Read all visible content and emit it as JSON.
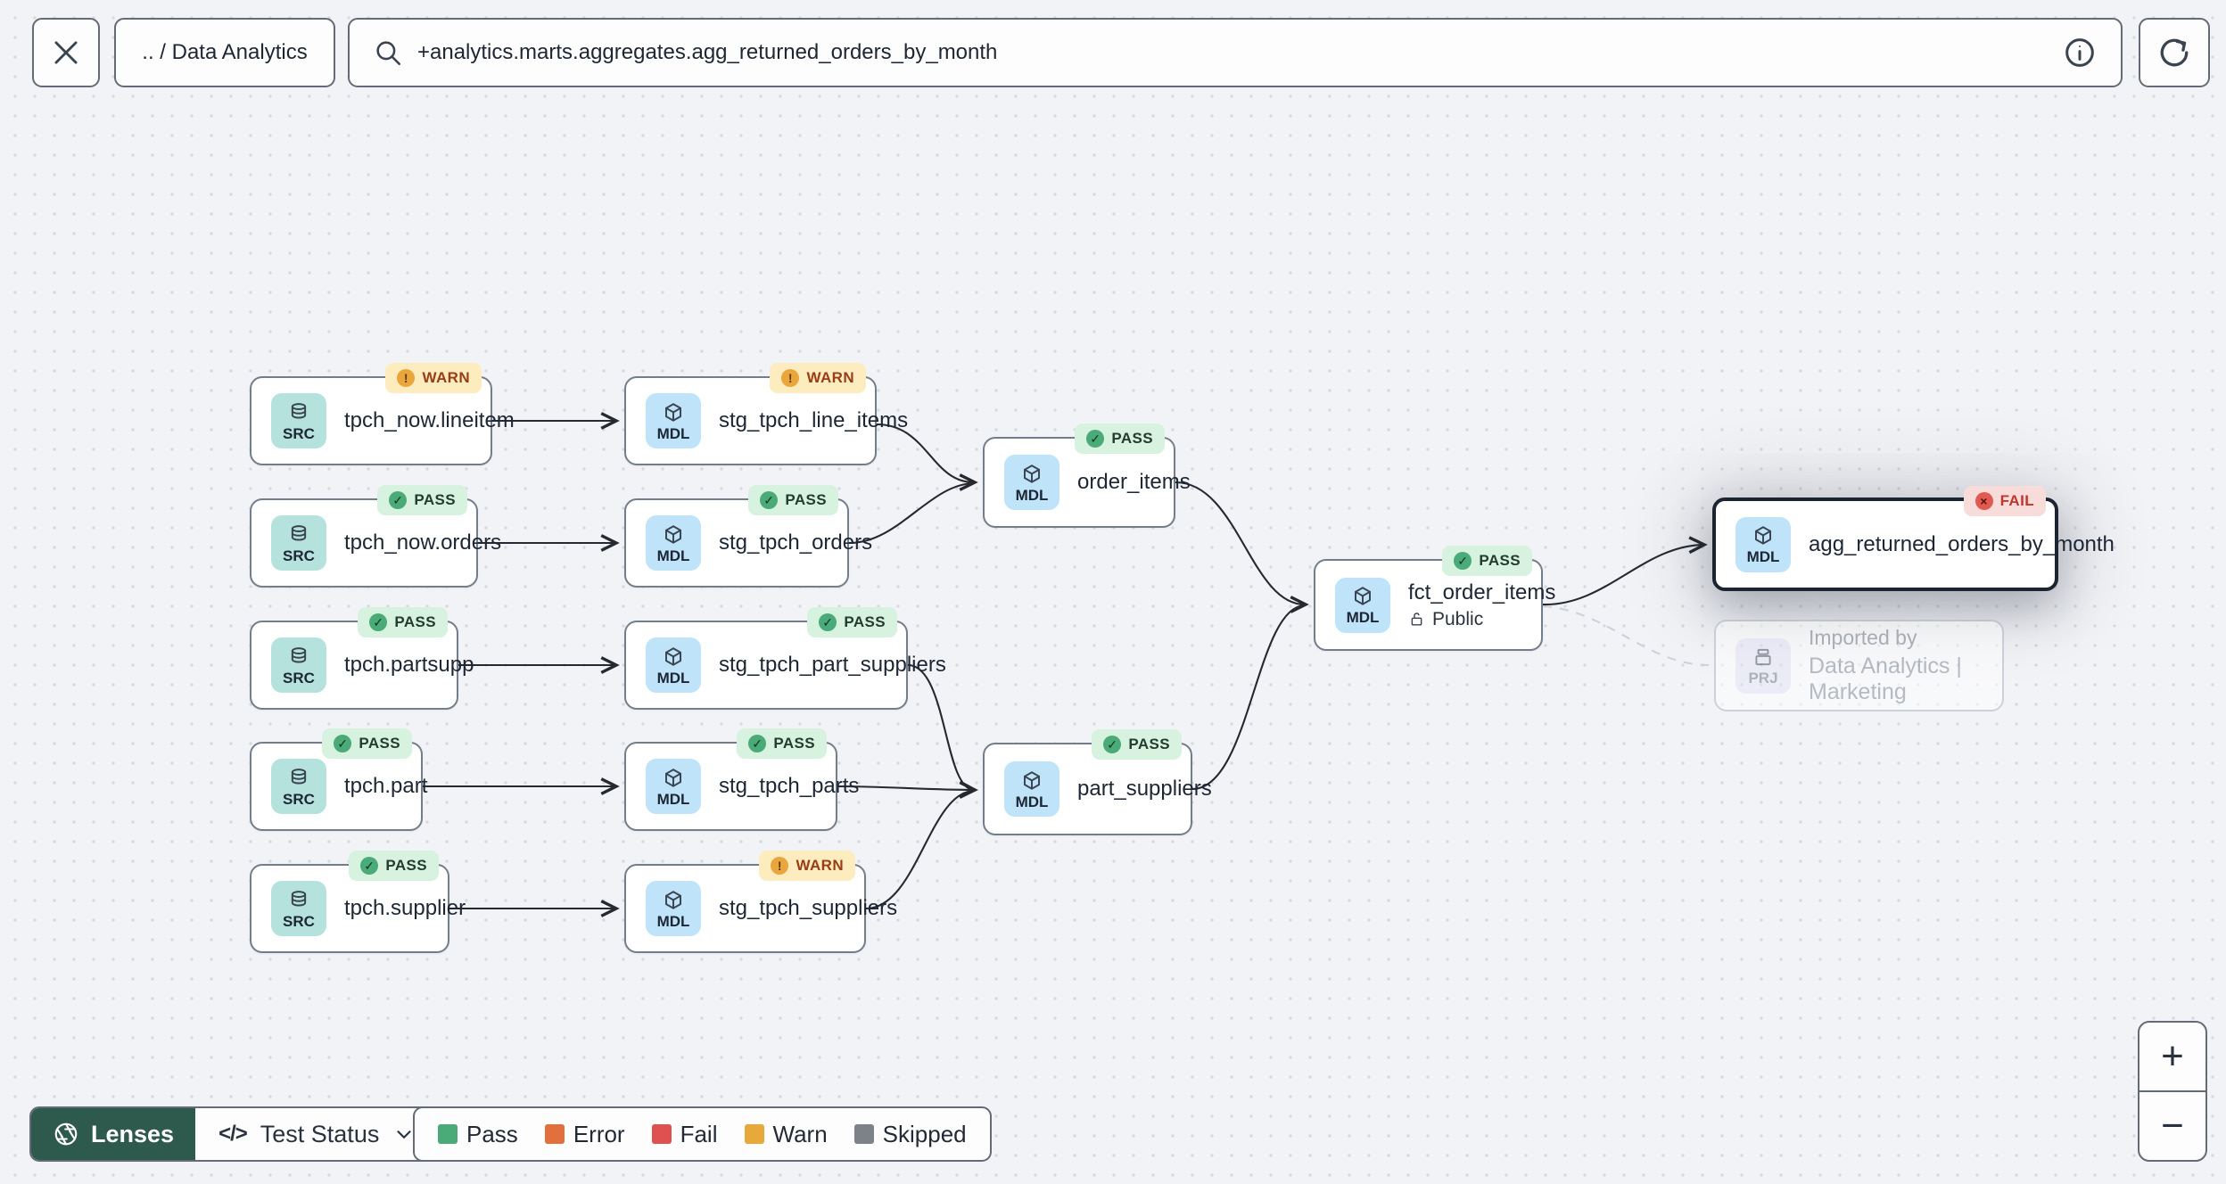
{
  "topbar": {
    "breadcrumb": ".. / Data Analytics",
    "search_value": "+analytics.marts.aggregates.agg_returned_orders_by_month"
  },
  "icons": {
    "check": "✓",
    "exclamation": "!",
    "cross": "×",
    "plus": "+",
    "minus": "−",
    "code": "</>"
  },
  "graph": {
    "nodes": [
      {
        "label": "tpch_now.lineitem",
        "kind": "SRC",
        "status": "WARN"
      },
      {
        "label": "stg_tpch_line_items",
        "kind": "MDL",
        "status": "WARN"
      },
      {
        "label": "tpch_now.orders",
        "kind": "SRC",
        "status": "PASS"
      },
      {
        "label": "stg_tpch_orders",
        "kind": "MDL",
        "status": "PASS"
      },
      {
        "label": "order_items",
        "kind": "MDL",
        "status": "PASS"
      },
      {
        "label": "tpch.partsupp",
        "kind": "SRC",
        "status": "PASS"
      },
      {
        "label": "stg_tpch_part_suppliers",
        "kind": "MDL",
        "status": "PASS"
      },
      {
        "label": "tpch.part",
        "kind": "SRC",
        "status": "PASS"
      },
      {
        "label": "stg_tpch_parts",
        "kind": "MDL",
        "status": "PASS"
      },
      {
        "label": "part_suppliers",
        "kind": "MDL",
        "status": "PASS"
      },
      {
        "label": "tpch.supplier",
        "kind": "SRC",
        "status": "PASS"
      },
      {
        "label": "stg_tpch_suppliers",
        "kind": "MDL",
        "status": "WARN"
      },
      {
        "label": "fct_order_items",
        "kind": "MDL",
        "status": "PASS",
        "sublabel": "Public"
      },
      {
        "label": "agg_returned_orders_by_month",
        "kind": "MDL",
        "status": "FAIL",
        "selected": true
      },
      {
        "label": "Imported by",
        "kind": "PRJ",
        "sublabel": "Data Analytics | Marketing",
        "faded": true
      }
    ]
  },
  "toolbar": {
    "lenses_label": "Lenses",
    "lens_selected": "Test Status"
  },
  "legend": {
    "items": [
      {
        "label": "Pass",
        "color": "#4aaa78"
      },
      {
        "label": "Error",
        "color": "#e2703d"
      },
      {
        "label": "Fail",
        "color": "#df5050"
      },
      {
        "label": "Warn",
        "color": "#e8a93b"
      },
      {
        "label": "Skipped",
        "color": "#7d8188"
      }
    ]
  },
  "status_colors": {
    "pass_bg": "#d8f2e0",
    "warn_bg": "#fcecbe",
    "fail_bg": "#f8dcda",
    "src_badge": "#b5e2dd",
    "mdl_badge": "#bfe3f9",
    "prj_badge": "#e6e6f8",
    "lenses_accent": "#2e594d"
  }
}
